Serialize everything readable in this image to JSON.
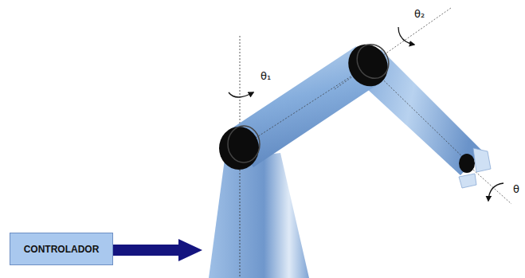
{
  "diagram": {
    "nodes": [
      {
        "text": [
          "CONTROLADOR"
        ]
      }
    ],
    "labels": [
      "θ₁",
      "θ₂",
      "θ"
    ]
  }
}
